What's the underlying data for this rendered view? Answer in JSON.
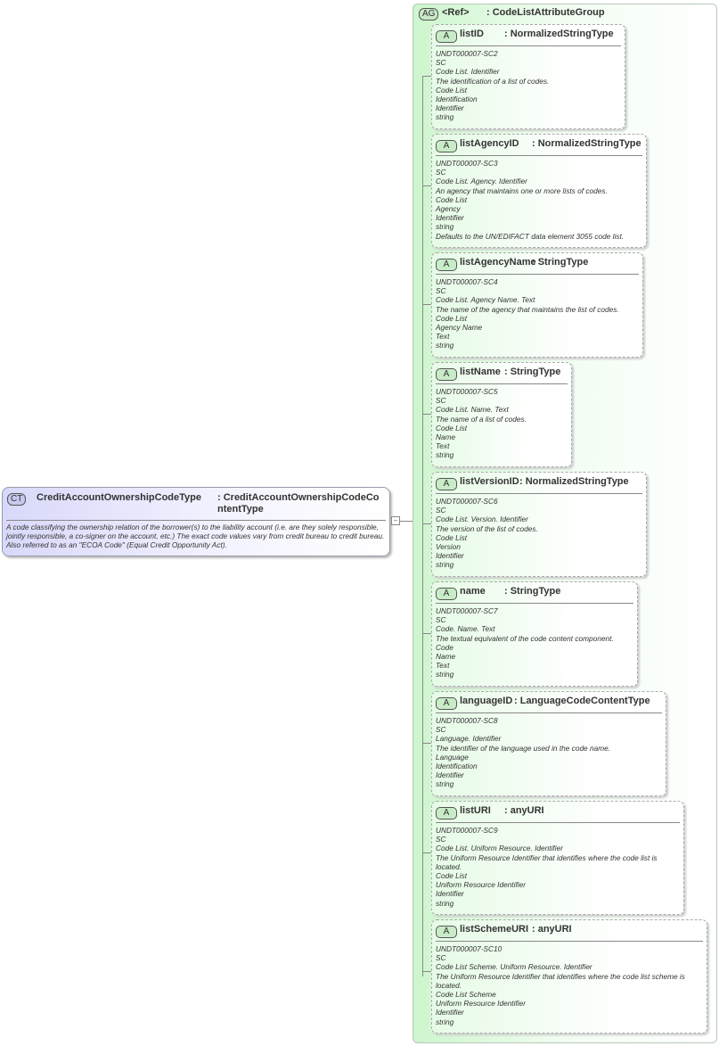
{
  "complex_type": {
    "badge": "CT",
    "name": "CreditAccountOwnershipCodeType",
    "type": ": CreditAccountOwnershipCodeContentType",
    "documentation": "A code classifying the ownership relation of the borrower(s) to the liability account (i.e. are they solely responsible, jointly responsible, a co-signer on the account, etc.) The exact code values vary from credit bureau to credit bureau.  Also referred to as an \"ECOA Code\" (Equal Credit Opportunity Act)."
  },
  "attribute_group": {
    "badge": "AG",
    "ref": "<Ref>",
    "type": ": CodeListAttributeGroup"
  },
  "attributes": [
    {
      "badge": "A",
      "name": "listID",
      "type": ": NormalizedStringType",
      "lines": [
        "UNDT000007-SC2",
        "SC",
        "Code List. Identifier",
        "The identification of a list of codes.",
        "Code List",
        "Identification",
        "Identifier",
        "string"
      ]
    },
    {
      "badge": "A",
      "name": "listAgencyID",
      "type": ": NormalizedStringType",
      "lines": [
        "UNDT000007-SC3",
        "SC",
        "Code List. Agency. Identifier",
        "An agency that maintains one or more lists of codes.",
        "Code List",
        "Agency",
        "Identifier",
        "string",
        "Defaults to the UN/EDIFACT data element 3055 code list."
      ]
    },
    {
      "badge": "A",
      "name": "listAgencyName",
      "type": ": StringType",
      "lines": [
        "UNDT000007-SC4",
        "SC",
        "Code List. Agency Name. Text",
        "The name of the agency that maintains the list of codes.",
        "Code List",
        "Agency Name",
        "Text",
        "string"
      ]
    },
    {
      "badge": "A",
      "name": "listName",
      "type": ": StringType",
      "lines": [
        "UNDT000007-SC5",
        "SC",
        "Code List. Name. Text",
        "The name of a list of codes.",
        "Code List",
        "Name",
        "Text",
        "string"
      ]
    },
    {
      "badge": "A",
      "name": "listVersionID",
      "type": ": NormalizedStringType",
      "lines": [
        "UNDT000007-SC6",
        "SC",
        "Code List. Version. Identifier",
        "The version of the list of codes.",
        "Code List",
        "Version",
        "Identifier",
        "string"
      ]
    },
    {
      "badge": "A",
      "name": "name",
      "type": ": StringType",
      "lines": [
        "UNDT000007-SC7",
        "SC",
        "Code. Name. Text",
        "The textual equivalent of the code content component.",
        "Code",
        "Name",
        "Text",
        "string"
      ]
    },
    {
      "badge": "A",
      "name": "languageID",
      "type": ": LanguageCodeContentType",
      "lines": [
        "UNDT000007-SC8",
        "SC",
        "Language. Identifier",
        "The identifier of the language used in the code name.",
        "Language",
        "Identification",
        "Identifier",
        "string"
      ]
    },
    {
      "badge": "A",
      "name": "listURI",
      "type": ": anyURI",
      "lines": [
        "UNDT000007-SC9",
        "SC",
        "Code List. Uniform Resource. Identifier",
        "The Uniform Resource Identifier that identifies where the code list is located.",
        "Code List",
        "Uniform Resource Identifier",
        "Identifier",
        "string"
      ]
    },
    {
      "badge": "A",
      "name": "listSchemeURI",
      "type": ": anyURI",
      "lines": [
        "UNDT000007-SC10",
        "SC",
        "Code List Scheme. Uniform Resource. Identifier",
        "The Uniform Resource Identifier that identifies where the code list scheme is located.",
        "Code List Scheme",
        "Uniform Resource Identifier",
        "Identifier",
        "string"
      ]
    }
  ]
}
